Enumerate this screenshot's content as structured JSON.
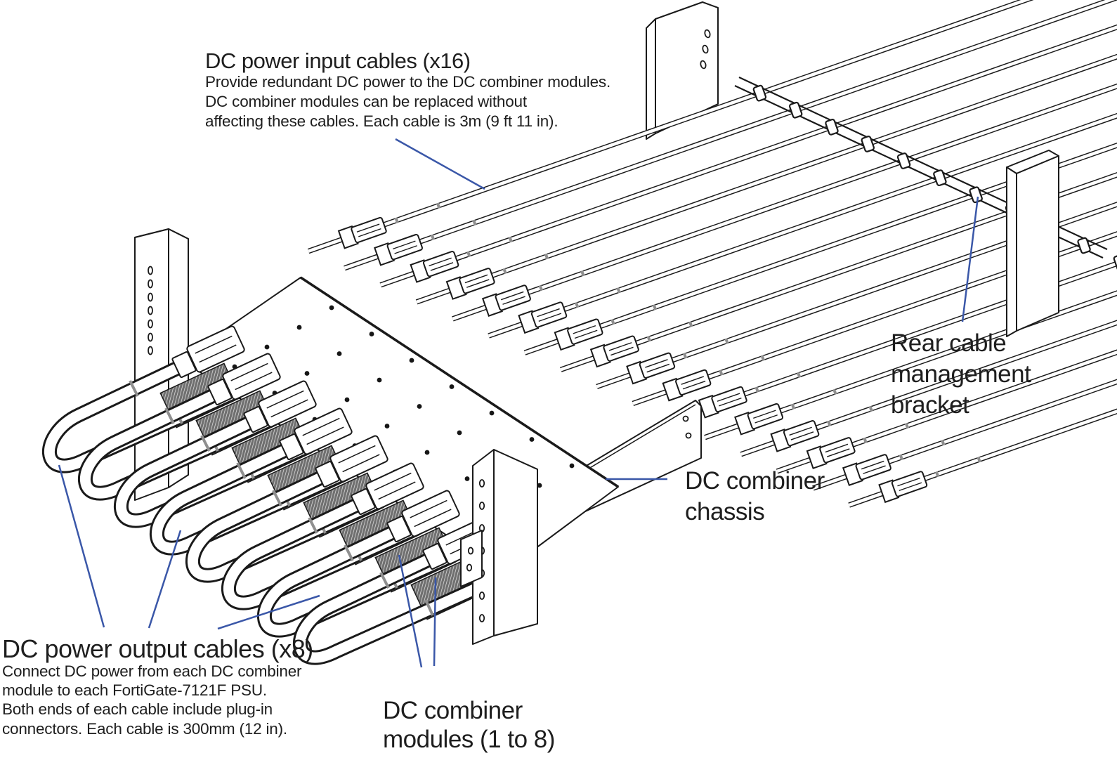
{
  "labels": {
    "input_cables": {
      "heading": "DC power input cables (x16)",
      "body": [
        "Provide redundant DC power to the DC combiner modules.",
        "DC combiner modules can be replaced without",
        "affecting these cables. Each cable is 3m (9 ft 11 in)."
      ]
    },
    "rear_bracket": {
      "lines": [
        "Rear cable",
        "management",
        "bracket"
      ]
    },
    "chassis": {
      "lines": [
        "DC combiner",
        "chassis"
      ]
    },
    "output_cables": {
      "heading": "DC power output cables (x8)",
      "body": [
        "Connect DC power from each DC combiner",
        "module to each FortiGate-7121F PSU.",
        "Both ends of each cable include plug-in",
        "connectors. Each cable is 300mm (12 in)."
      ]
    },
    "modules": {
      "lines": [
        "DC combiner",
        "modules (1 to 8)"
      ]
    }
  },
  "counts": {
    "input_cables": 16,
    "output_cables": 8,
    "modules": 8
  },
  "colors": {
    "leader": "#3a57a8",
    "ink": "#1a1a1a",
    "band": "#8f8f8f",
    "text": "#1e1e1e"
  }
}
